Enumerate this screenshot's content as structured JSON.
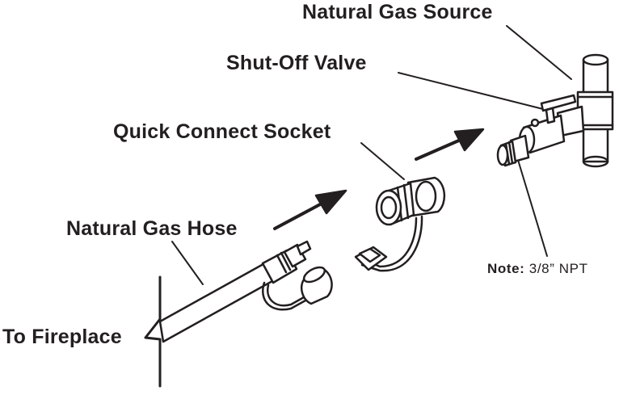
{
  "labels": {
    "natural_gas_source": "Natural Gas Source",
    "shut_off_valve": "Shut-Off Valve",
    "quick_connect_socket": "Quick Connect Socket",
    "natural_gas_hose": "Natural Gas Hose",
    "to_fireplace": "To Fireplace"
  },
  "note": {
    "prefix": "Note:",
    "text": "3/8” NPT"
  },
  "colors": {
    "stroke": "#231f20",
    "fill": "#ffffff"
  }
}
